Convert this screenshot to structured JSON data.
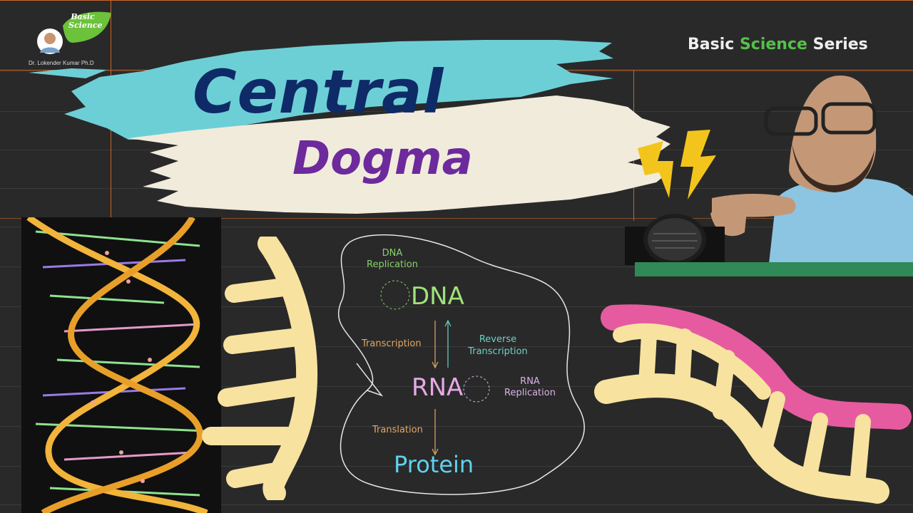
{
  "branding": {
    "logo_badge_line1": "Basic",
    "logo_badge_line2": "Science",
    "author": "Dr. Lokender Kumar Ph.D",
    "series_prefix": "Basic ",
    "series_accent": "Science",
    "series_suffix": " Series"
  },
  "title": {
    "line1": "Central",
    "line2": "Dogma"
  },
  "diagram": {
    "dna_replication": "DNA Replication",
    "dna": "DNA",
    "transcription": "Transcription",
    "reverse_transcription": "Reverse Transcription",
    "rna": "RNA",
    "rna_replication": "RNA Replication",
    "translation": "Translation",
    "protein": "Protein"
  },
  "colors": {
    "background": "#292929",
    "title_primary": "#0e2b68",
    "title_secondary": "#6c2a9c",
    "brush_cyan": "#6dcfd6",
    "brush_cream": "#f1ebdc",
    "series_accent": "#55c04a",
    "dna_strand_yellow": "#f7e2a0",
    "rna_strand_pink": "#e65ba0",
    "lightning": "#f3c51c",
    "grid_accent": "#c8662a"
  },
  "icons": {
    "logo": "leaf-badge-icon",
    "bolt": "lightning-bolt-icon",
    "microphone": "microphone-icon"
  }
}
